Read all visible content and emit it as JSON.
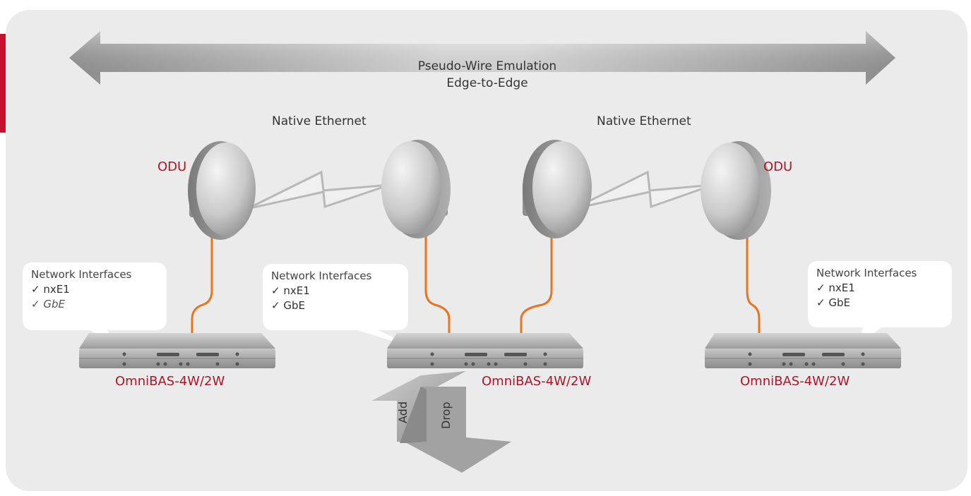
{
  "diagram": {
    "title_line1": "Pseudo-Wire Emulation",
    "title_line2": "Edge-to-Edge",
    "native_left": "Native Ethernet",
    "native_right": "Native Ethernet",
    "odu_left": "ODU",
    "odu_right": "ODU",
    "devices": [
      {
        "label": "OmniBAS-4W/2W"
      },
      {
        "label": "OmniBAS-4W/2W"
      },
      {
        "label": "OmniBAS-4W/2W"
      }
    ],
    "bubbles": [
      {
        "title": "Network Interfaces",
        "items": [
          "✓  nxE1",
          "✓  GbE"
        ]
      },
      {
        "title": "Network Interfaces",
        "items": [
          "✓  nxE1",
          "✓  GbE"
        ]
      },
      {
        "title": "Network Interfaces",
        "items": [
          "✓  nxE1",
          "✓  GbE"
        ]
      }
    ],
    "add_label": "Add",
    "drop_label": "Drop"
  },
  "colors": {
    "panel": "#ebebeb",
    "accent_red": "#b3122a",
    "cable_orange": "#e8741e",
    "arrow_gray": "#a8a8a8"
  },
  "icons": [
    "double-arrow",
    "dish-antenna",
    "lightning-link",
    "omnibas-device",
    "speech-bubble",
    "add-drop-arrows"
  ]
}
